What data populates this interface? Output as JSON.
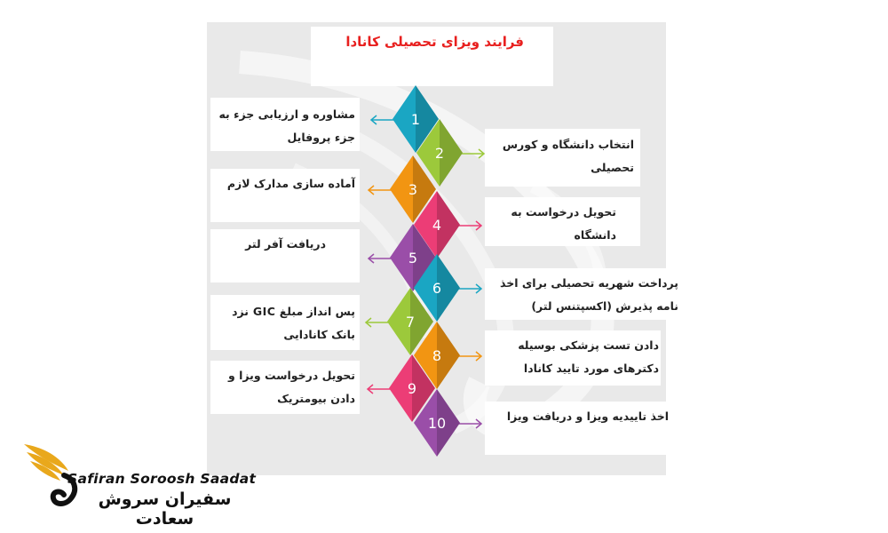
{
  "title": "فرایند ویزای تحصیلی کانادا",
  "steps": [
    {
      "num": "1",
      "color": "#1aa6c3",
      "side": "left",
      "lines": [
        "مشاوره و ارزیابی جزء به",
        "جزء پروفایل"
      ]
    },
    {
      "num": "2",
      "color": "#9cc93b",
      "side": "right",
      "lines": [
        "انتخاب دانشگاه و کورس",
        "تحصیلی"
      ]
    },
    {
      "num": "3",
      "color": "#f29512",
      "side": "left",
      "lines": [
        "آماده سازی مدارک لازم"
      ]
    },
    {
      "num": "4",
      "color": "#ec3d76",
      "side": "right",
      "lines": [
        "تحویل درخواست به",
        "دانشگاه"
      ]
    },
    {
      "num": "5",
      "color": "#9a4ea8",
      "side": "left",
      "lines": [
        "دریافت آفر لتر"
      ]
    },
    {
      "num": "6",
      "color": "#1aa6c3",
      "side": "right",
      "lines": [
        "پرداخت شهریه تحصیلی برای اخذ",
        "نامه پذیرش (اکسپتنس لتر)"
      ]
    },
    {
      "num": "7",
      "color": "#9cc93b",
      "side": "left",
      "lines": [
        "پس انداز مبلغ GIC نزد",
        "بانک کانادایی"
      ]
    },
    {
      "num": "8",
      "color": "#f29512",
      "side": "right",
      "lines": [
        "دادن تست پزشکی بوسیله",
        "دکترهای مورد تایید کانادا"
      ]
    },
    {
      "num": "9",
      "color": "#ec3d76",
      "side": "left",
      "lines": [
        "تحویل درخواست ویزا و",
        "دادن بیومتریک"
      ]
    },
    {
      "num": "10",
      "color": "#9a4ea8",
      "side": "right",
      "lines": [
        "اخذ تاییدیه ویزا و دریافت ویزا"
      ]
    }
  ],
  "brand": {
    "name_en": "Safiran Soroosh Saadat",
    "name_fa": "سفیران سروش سعادت",
    "gold": "#e9a81c"
  }
}
